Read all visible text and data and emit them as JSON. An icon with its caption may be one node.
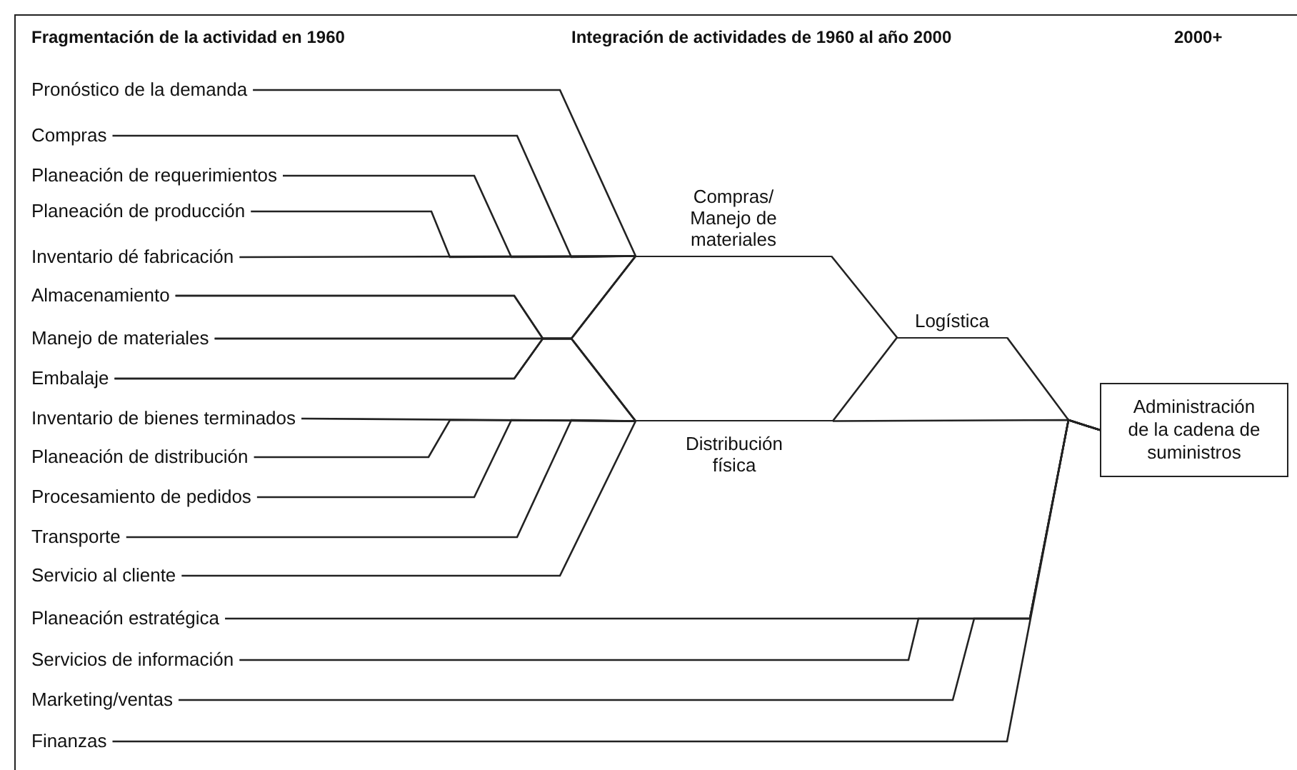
{
  "diagram": {
    "nodes": [
      {
        "text": [
          "Pronóstico de la demanda"
        ]
      },
      {
        "text": [
          "Compras"
        ]
      },
      {
        "text": [
          "Planeación de requerimientos"
        ]
      },
      {
        "text": [
          "Planeación de producción"
        ]
      },
      {
        "text": [
          "Inventario dé fabricación"
        ]
      },
      {
        "text": [
          "Almacenamiento"
        ]
      },
      {
        "text": [
          "Manejo de materiales"
        ]
      },
      {
        "text": [
          "Embalaje"
        ]
      },
      {
        "text": [
          "Inventario de bienes terminados"
        ]
      },
      {
        "text": [
          "Planeación de distribución"
        ]
      },
      {
        "text": [
          "Procesamiento de pedidos"
        ]
      },
      {
        "text": [
          "Transporte"
        ]
      },
      {
        "text": [
          "Servicio al cliente"
        ]
      },
      {
        "text": [
          "Planeación estratégica"
        ]
      },
      {
        "text": [
          "Servicios de información"
        ]
      },
      {
        "text": [
          "Marketing/ventas"
        ]
      },
      {
        "text": [
          "Finanzas"
        ]
      },
      {
        "text": [
          "Compras/ Manejo de materiales"
        ]
      },
      {
        "text": [
          "Distribución física"
        ]
      },
      {
        "text": [
          "Logística"
        ]
      },
      {
        "text": [
          "Administración de la cadena de suministros"
        ]
      }
    ],
    "edges": [
      {
        "from": 0,
        "to": 17,
        "arrow": "none"
      },
      {
        "from": 1,
        "to": 17,
        "arrow": "none"
      },
      {
        "from": 2,
        "to": 17,
        "arrow": "none"
      },
      {
        "from": 3,
        "to": 17,
        "arrow": "none"
      },
      {
        "from": 4,
        "to": 17,
        "arrow": "none"
      },
      {
        "from": 5,
        "to": 17,
        "arrow": "none"
      },
      {
        "from": 5,
        "to": 18,
        "arrow": "none"
      },
      {
        "from": 6,
        "to": 17,
        "arrow": "none"
      },
      {
        "from": 6,
        "to": 18,
        "arrow": "none"
      },
      {
        "from": 7,
        "to": 17,
        "arrow": "none"
      },
      {
        "from": 7,
        "to": 18,
        "arrow": "none"
      },
      {
        "from": 8,
        "to": 18,
        "arrow": "none"
      },
      {
        "from": 9,
        "to": 18,
        "arrow": "none"
      },
      {
        "from": 10,
        "to": 18,
        "arrow": "none"
      },
      {
        "from": 11,
        "to": 18,
        "arrow": "none"
      },
      {
        "from": 12,
        "to": 18,
        "arrow": "none"
      },
      {
        "from": 17,
        "to": 19,
        "arrow": "none"
      },
      {
        "from": 18,
        "to": 19,
        "arrow": "none"
      },
      {
        "from": 18,
        "to": 20,
        "arrow": "none"
      },
      {
        "from": 19,
        "to": 20,
        "arrow": "none"
      },
      {
        "from": 13,
        "to": 20,
        "arrow": "none"
      },
      {
        "from": 14,
        "to": 20,
        "arrow": "none"
      },
      {
        "from": 15,
        "to": 20,
        "arrow": "none"
      },
      {
        "from": 16,
        "to": 20,
        "arrow": "none"
      }
    ],
    "labels": [
      "Fragmentación de la actividad en 1960",
      "Integración de actividades de 1960 al año 2000",
      "2000+"
    ]
  }
}
